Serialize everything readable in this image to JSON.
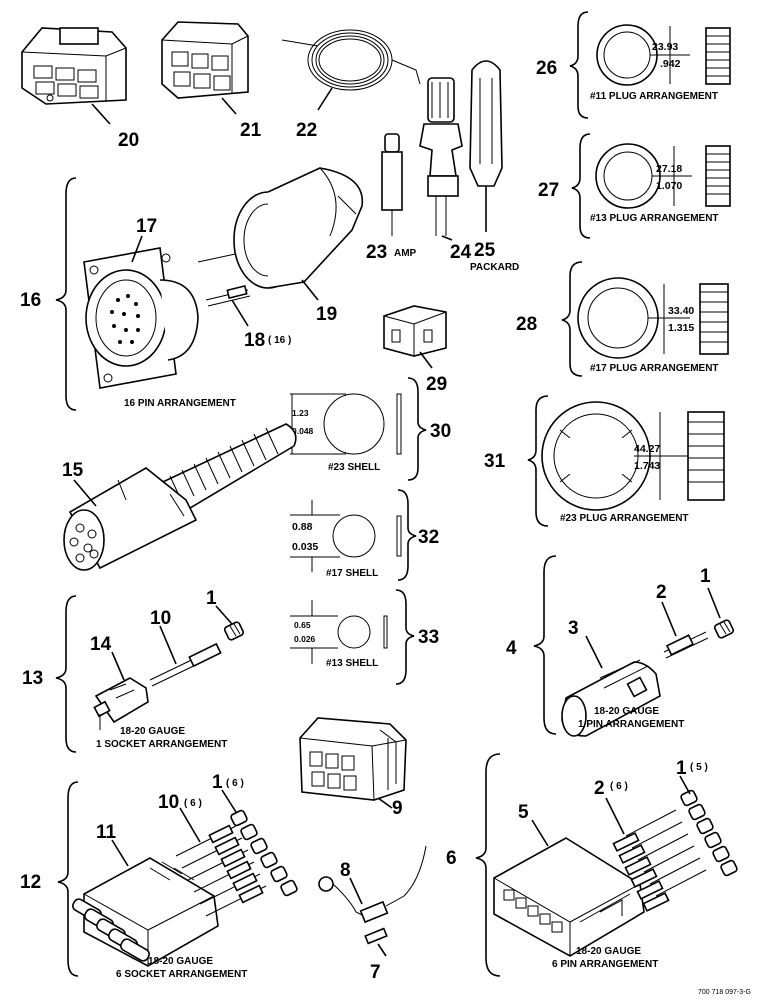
{
  "items": {
    "i1a": "1",
    "i1b": "1",
    "i1c": "1",
    "i1d": "1",
    "i2a": "2",
    "i2b": "2",
    "i3": "3",
    "i4": "4",
    "i5": "5",
    "i6": "6",
    "i7": "7",
    "i8": "8",
    "i9": "9",
    "i10a": "10",
    "i10b": "10",
    "i11": "11",
    "i12": "12",
    "i13": "13",
    "i14": "14",
    "i15": "15",
    "i16": "16",
    "i17": "17",
    "i18": "18",
    "i19": "19",
    "i20": "20",
    "i21": "21",
    "i22": "22",
    "i23": "23",
    "i24": "24",
    "i25": "25",
    "i26": "26",
    "i27": "27",
    "i28": "28",
    "i29": "29",
    "i30": "30",
    "i31": "31",
    "i32": "32",
    "i33": "33"
  },
  "qty": {
    "q1c": "( 6 )",
    "q1d": "( 5 )",
    "q2b": "( 6 )",
    "q10b": "( 6 )",
    "q18": "( 16 )"
  },
  "tags": {
    "amp": "AMP",
    "packard": "PACKARD"
  },
  "captions": {
    "pin16": "16 PIN ARRANGEMENT",
    "plug11": "#11 PLUG ARRANGEMENT",
    "plug13": "#13 PLUG ARRANGEMENT",
    "plug17": "#17 PLUG ARRANGEMENT",
    "plug23": "#23 PLUG ARRANGEMENT",
    "shell23": "#23 SHELL",
    "shell17": "#17 SHELL",
    "shell13": "#13 SHELL",
    "gauge13a": "18-20 GAUGE",
    "gauge13b": "1 SOCKET ARRANGEMENT",
    "gauge4a": "18-20 GAUGE",
    "gauge4b": "1 PIN ARRANGEMENT",
    "gauge12a": "18-20 GAUGE",
    "gauge12b": "6 SOCKET ARRANGEMENT",
    "gauge6a": "18-20 GAUGE",
    "gauge6b": "6 PIN ARRANGEMENT"
  },
  "dimensions": {
    "d26mm": "23.93",
    "d26in": ".942",
    "d27mm": "27.18",
    "d27in": "1.070",
    "d28mm": "33.40",
    "d28in": "1.315",
    "d31mm": "44.27",
    "d31in": "1.743",
    "d30mm": "1.23",
    "d30in": "0.048",
    "d32mm": "0.88",
    "d32in": "0.035",
    "d33mm": "0.65",
    "d33in": "0.026"
  },
  "drawing_ref": "700 718 097-3-G"
}
